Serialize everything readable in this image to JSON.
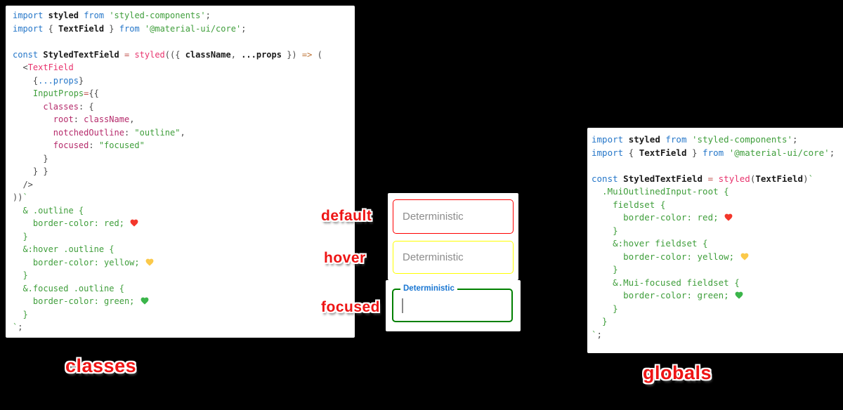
{
  "background_color": "#000000",
  "palette": {
    "keyword_blue": "#2677C9",
    "string_green": "#3F9E3B",
    "component_pink": "#E8336D",
    "key_magenta": "#B52A6B",
    "arrow_orange": "#BD7335",
    "equals_red": "#C0504D",
    "annotation_red": "#EE1414",
    "mui_label_blue": "#1976d2",
    "placeholder_gray": "#8C8C8C",
    "border_default": "red",
    "border_hover": "yellow",
    "border_focused": "green"
  },
  "heart_colors": {
    "red": "#F3362B",
    "yellow": "#FBC94A",
    "green": "#3BB54A"
  },
  "annotations": {
    "default_label": "default",
    "hover_label": "hover",
    "focused_label": "focused",
    "left_title": "classes",
    "right_title": "globals"
  },
  "textfields": {
    "default": {
      "placeholder": "Deterministic",
      "border_color": "red"
    },
    "hover": {
      "placeholder": "Deterministic",
      "border_color": "yellow"
    },
    "focused": {
      "label": "Deterministic",
      "value": "",
      "border_color": "green"
    }
  },
  "left_code": {
    "lines": [
      [
        [
          "k",
          "import"
        ],
        [
          "n",
          " "
        ],
        [
          "d",
          "styled"
        ],
        [
          "n",
          " "
        ],
        [
          "k",
          "from"
        ],
        [
          "n",
          " "
        ],
        [
          "s",
          "'styled-components'"
        ],
        [
          "n",
          ";"
        ]
      ],
      [
        [
          "k",
          "import"
        ],
        [
          "n",
          " { "
        ],
        [
          "d",
          "TextField"
        ],
        [
          "n",
          " } "
        ],
        [
          "k",
          "from"
        ],
        [
          "n",
          " "
        ],
        [
          "s",
          "'@material-ui/core'"
        ],
        [
          "n",
          ";"
        ]
      ],
      [],
      [
        [
          "k",
          "const"
        ],
        [
          "n",
          " "
        ],
        [
          "d",
          "StyledTextField"
        ],
        [
          "n",
          " "
        ],
        [
          "r",
          "="
        ],
        [
          "n",
          " "
        ],
        [
          "p",
          "styled"
        ],
        [
          "n",
          "(({ "
        ],
        [
          "d",
          "className"
        ],
        [
          "n",
          ", "
        ],
        [
          "d",
          "...props"
        ],
        [
          "n",
          " }) "
        ],
        [
          "o",
          "=>"
        ],
        [
          "n",
          " ("
        ]
      ],
      [
        [
          "n",
          "  <"
        ],
        [
          "p",
          "TextField"
        ]
      ],
      [
        [
          "n",
          "    {"
        ],
        [
          "k",
          "...props"
        ],
        [
          "n",
          "}"
        ]
      ],
      [
        [
          "n",
          "    "
        ],
        [
          "s",
          "InputProps"
        ],
        [
          "r",
          "="
        ],
        [
          "n",
          "{{"
        ]
      ],
      [
        [
          "n",
          "      "
        ],
        [
          "m",
          "classes"
        ],
        [
          "n",
          ": {"
        ]
      ],
      [
        [
          "n",
          "        "
        ],
        [
          "m",
          "root"
        ],
        [
          "n",
          ": "
        ],
        [
          "m",
          "className"
        ],
        [
          "n",
          ","
        ]
      ],
      [
        [
          "n",
          "        "
        ],
        [
          "m",
          "notchedOutline"
        ],
        [
          "n",
          ": "
        ],
        [
          "s",
          "\"outline\""
        ],
        [
          "n",
          ","
        ]
      ],
      [
        [
          "n",
          "        "
        ],
        [
          "m",
          "focused"
        ],
        [
          "n",
          ": "
        ],
        [
          "s",
          "\"focused\""
        ]
      ],
      [
        [
          "n",
          "      }"
        ]
      ],
      [
        [
          "n",
          "    } }"
        ]
      ],
      [
        [
          "n",
          "  />"
        ]
      ],
      [
        [
          "n",
          "))"
        ],
        [
          "s",
          "`"
        ]
      ],
      [
        [
          "s",
          "  & .outline {"
        ]
      ],
      [
        [
          "s",
          "    border-color: red; "
        ],
        [
          "h",
          "red"
        ]
      ],
      [
        [
          "s",
          "  }"
        ]
      ],
      [
        [
          "s",
          "  &:hover .outline {"
        ]
      ],
      [
        [
          "s",
          "    border-color: yellow; "
        ],
        [
          "h",
          "yellow"
        ]
      ],
      [
        [
          "s",
          "  }"
        ]
      ],
      [
        [
          "s",
          "  &.focused .outline {"
        ]
      ],
      [
        [
          "s",
          "    border-color: green; "
        ],
        [
          "h",
          "green"
        ]
      ],
      [
        [
          "s",
          "  }"
        ]
      ],
      [
        [
          "s",
          "`"
        ],
        [
          "n",
          ";"
        ]
      ]
    ]
  },
  "right_code": {
    "lines": [
      [
        [
          "k",
          "import"
        ],
        [
          "n",
          " "
        ],
        [
          "d",
          "styled"
        ],
        [
          "n",
          " "
        ],
        [
          "k",
          "from"
        ],
        [
          "n",
          " "
        ],
        [
          "s",
          "'styled-components'"
        ],
        [
          "n",
          ";"
        ]
      ],
      [
        [
          "k",
          "import"
        ],
        [
          "n",
          " { "
        ],
        [
          "d",
          "TextField"
        ],
        [
          "n",
          " } "
        ],
        [
          "k",
          "from"
        ],
        [
          "n",
          " "
        ],
        [
          "s",
          "'@material-ui/core'"
        ],
        [
          "n",
          ";"
        ]
      ],
      [],
      [
        [
          "k",
          "const"
        ],
        [
          "n",
          " "
        ],
        [
          "d",
          "StyledTextField"
        ],
        [
          "n",
          " "
        ],
        [
          "r",
          "="
        ],
        [
          "n",
          " "
        ],
        [
          "p",
          "styled"
        ],
        [
          "n",
          "("
        ],
        [
          "d",
          "TextField"
        ],
        [
          "n",
          ")"
        ],
        [
          "s",
          "`"
        ]
      ],
      [
        [
          "s",
          "  .MuiOutlinedInput-root {"
        ]
      ],
      [
        [
          "s",
          "    fieldset {"
        ]
      ],
      [
        [
          "s",
          "      border-color: red; "
        ],
        [
          "h",
          "red"
        ]
      ],
      [
        [
          "s",
          "    }"
        ]
      ],
      [
        [
          "s",
          "    &:hover fieldset {"
        ]
      ],
      [
        [
          "s",
          "      border-color: yellow; "
        ],
        [
          "h",
          "yellow"
        ]
      ],
      [
        [
          "s",
          "    }"
        ]
      ],
      [
        [
          "s",
          "    &.Mui-focused fieldset {"
        ]
      ],
      [
        [
          "s",
          "      border-color: green; "
        ],
        [
          "h",
          "green"
        ]
      ],
      [
        [
          "s",
          "    }"
        ]
      ],
      [
        [
          "s",
          "  }"
        ]
      ],
      [
        [
          "s",
          "`"
        ],
        [
          "n",
          ";"
        ]
      ]
    ]
  }
}
